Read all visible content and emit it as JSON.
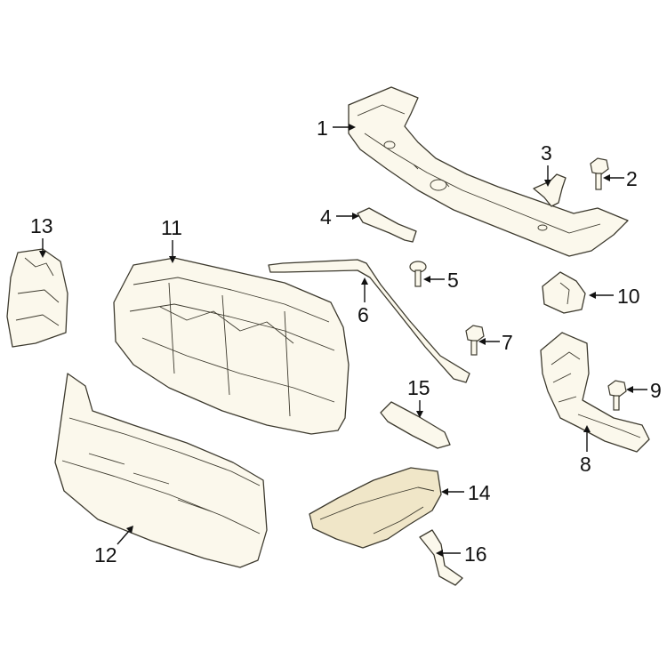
{
  "diagram": {
    "callouts": {
      "c1": "1",
      "c2": "2",
      "c3": "3",
      "c4": "4",
      "c5": "5",
      "c6": "6",
      "c7": "7",
      "c8": "8",
      "c9": "9",
      "c10": "10",
      "c11": "11",
      "c12": "12",
      "c13": "13",
      "c14": "14",
      "c15": "15",
      "c16": "16"
    },
    "colors": {
      "part_fill": "#fbf8ec",
      "highlight_fill": "#f0e6c8",
      "outline": "#3d3a2e",
      "label": "#111111"
    }
  }
}
